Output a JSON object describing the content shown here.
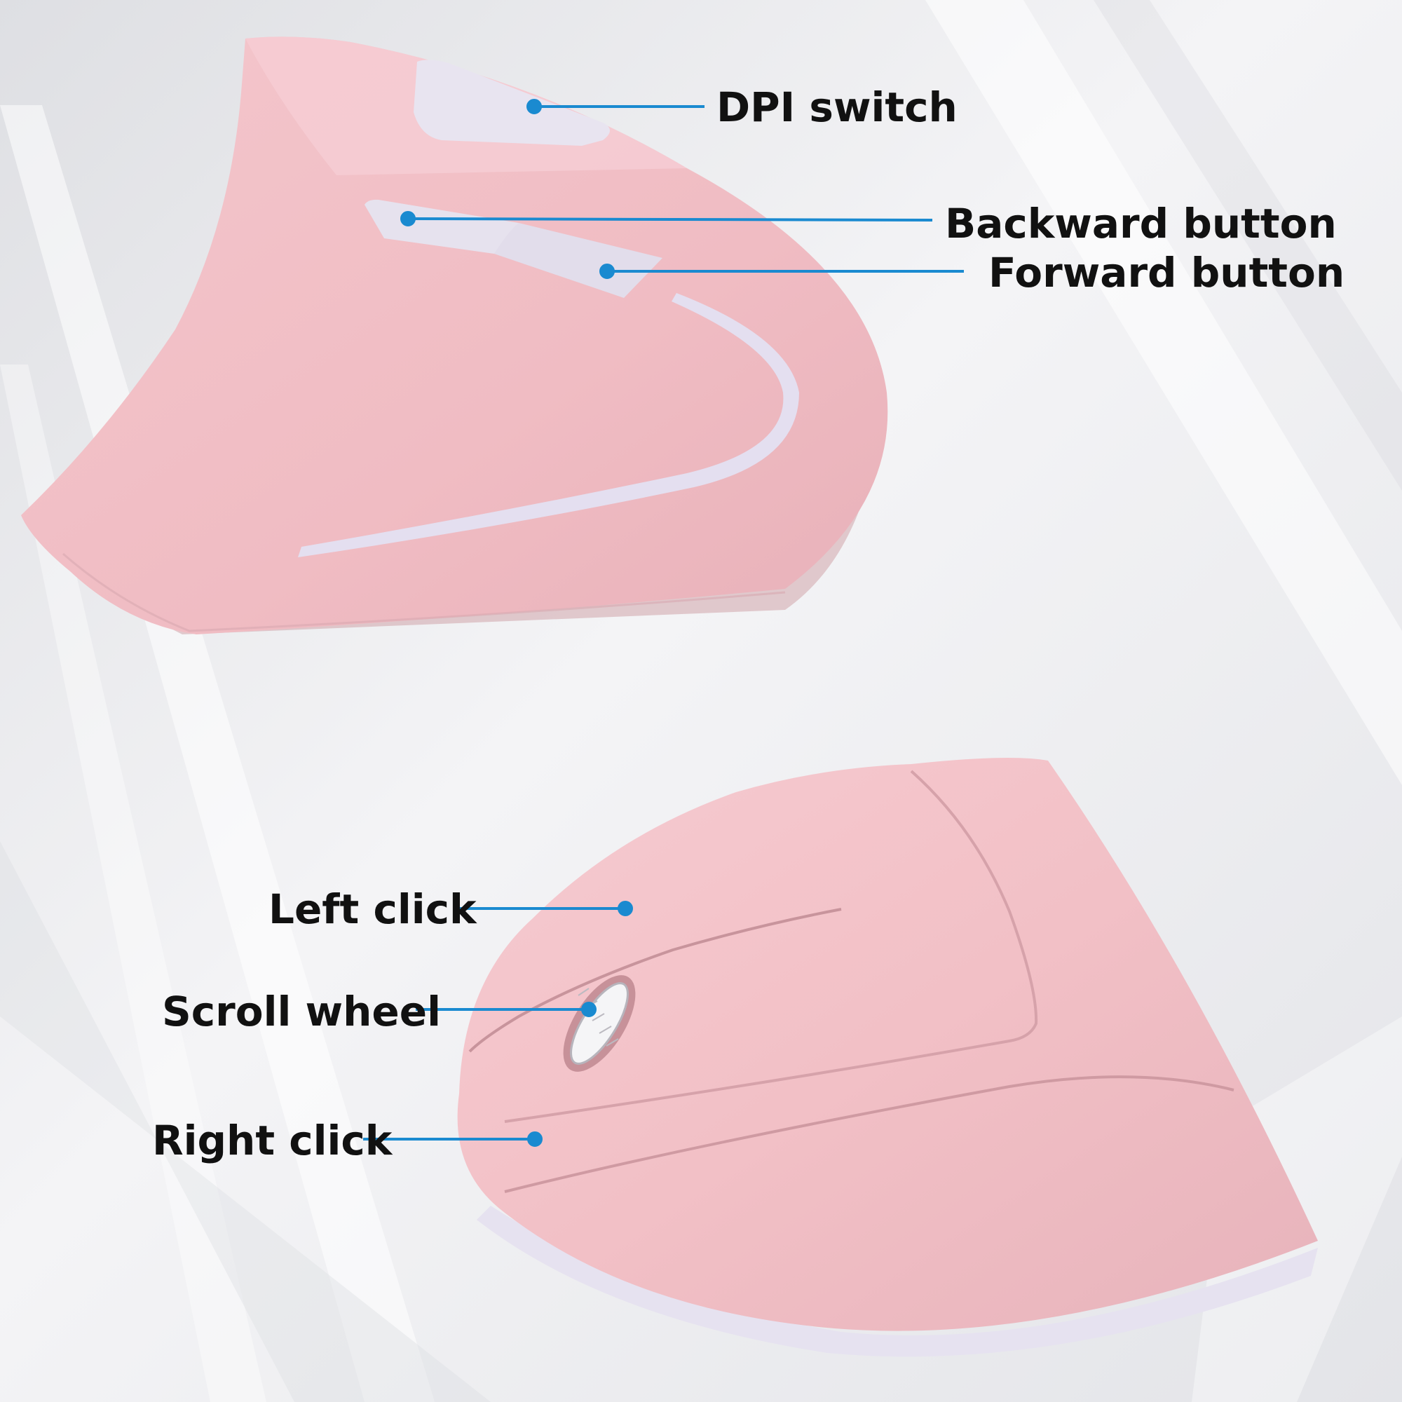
{
  "colors": {
    "callout_blue": "#1a8ad0",
    "mouse_pink": "#f2c0c6",
    "button_lavender": "#e6e2ef",
    "label_text": "#111111"
  },
  "side_view": {
    "callouts": [
      {
        "name": "dpi-switch",
        "label": "DPI switch"
      },
      {
        "name": "backward-button",
        "label": "Backward button"
      },
      {
        "name": "forward-button",
        "label": "Forward button"
      }
    ]
  },
  "top_view": {
    "callouts": [
      {
        "name": "left-click",
        "label": "Left click"
      },
      {
        "name": "scroll-wheel",
        "label": "Scroll wheel"
      },
      {
        "name": "right-click",
        "label": "Right click"
      }
    ]
  }
}
